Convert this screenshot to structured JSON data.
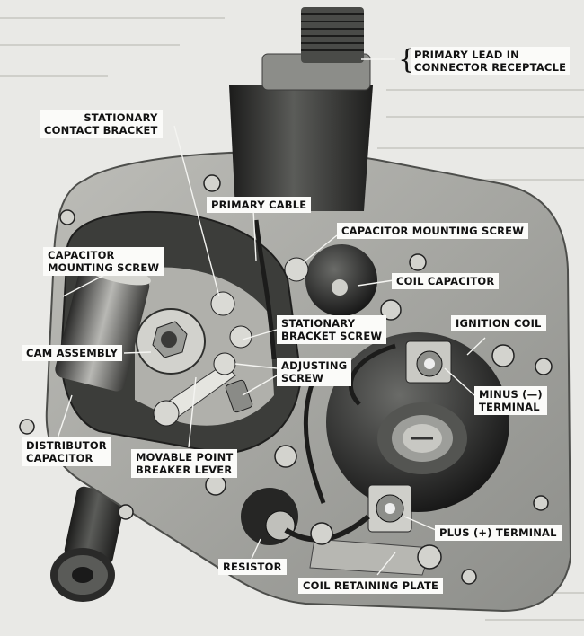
{
  "labels": {
    "primary_lead_connector": "PRIMARY LEAD IN\nCONNECTOR RECEPTACLE",
    "stationary_contact_bracket": "STATIONARY\nCONTACT BRACKET",
    "primary_cable": "PRIMARY CABLE",
    "capacitor_mounting_screw_right": "CAPACITOR MOUNTING SCREW",
    "capacitor_mounting_screw_left": "CAPACITOR\nMOUNTING SCREW",
    "coil_capacitor": "COIL CAPACITOR",
    "stationary_bracket_screw": "STATIONARY\nBRACKET SCREW",
    "ignition_coil": "IGNITION COIL",
    "cam_assembly": "CAM ASSEMBLY",
    "adjusting_screw": "ADJUSTING\nSCREW",
    "minus_terminal": "MINUS (—)\nTERMINAL",
    "distributor_capacitor": "DISTRIBUTOR\nCAPACITOR",
    "movable_point_breaker_lever": "MOVABLE POINT\nBREAKER LEVER",
    "plus_terminal": "PLUS (+) TERMINAL",
    "resistor": "RESISTOR",
    "coil_retaining_plate": "COIL RETAINING PLATE"
  },
  "colors": {
    "background": "#e9e9e6",
    "housing": "#a9aaa6",
    "dark_metal": "#2e2f2d",
    "label_bg": "#fbfbf9",
    "ink": "#111111"
  }
}
